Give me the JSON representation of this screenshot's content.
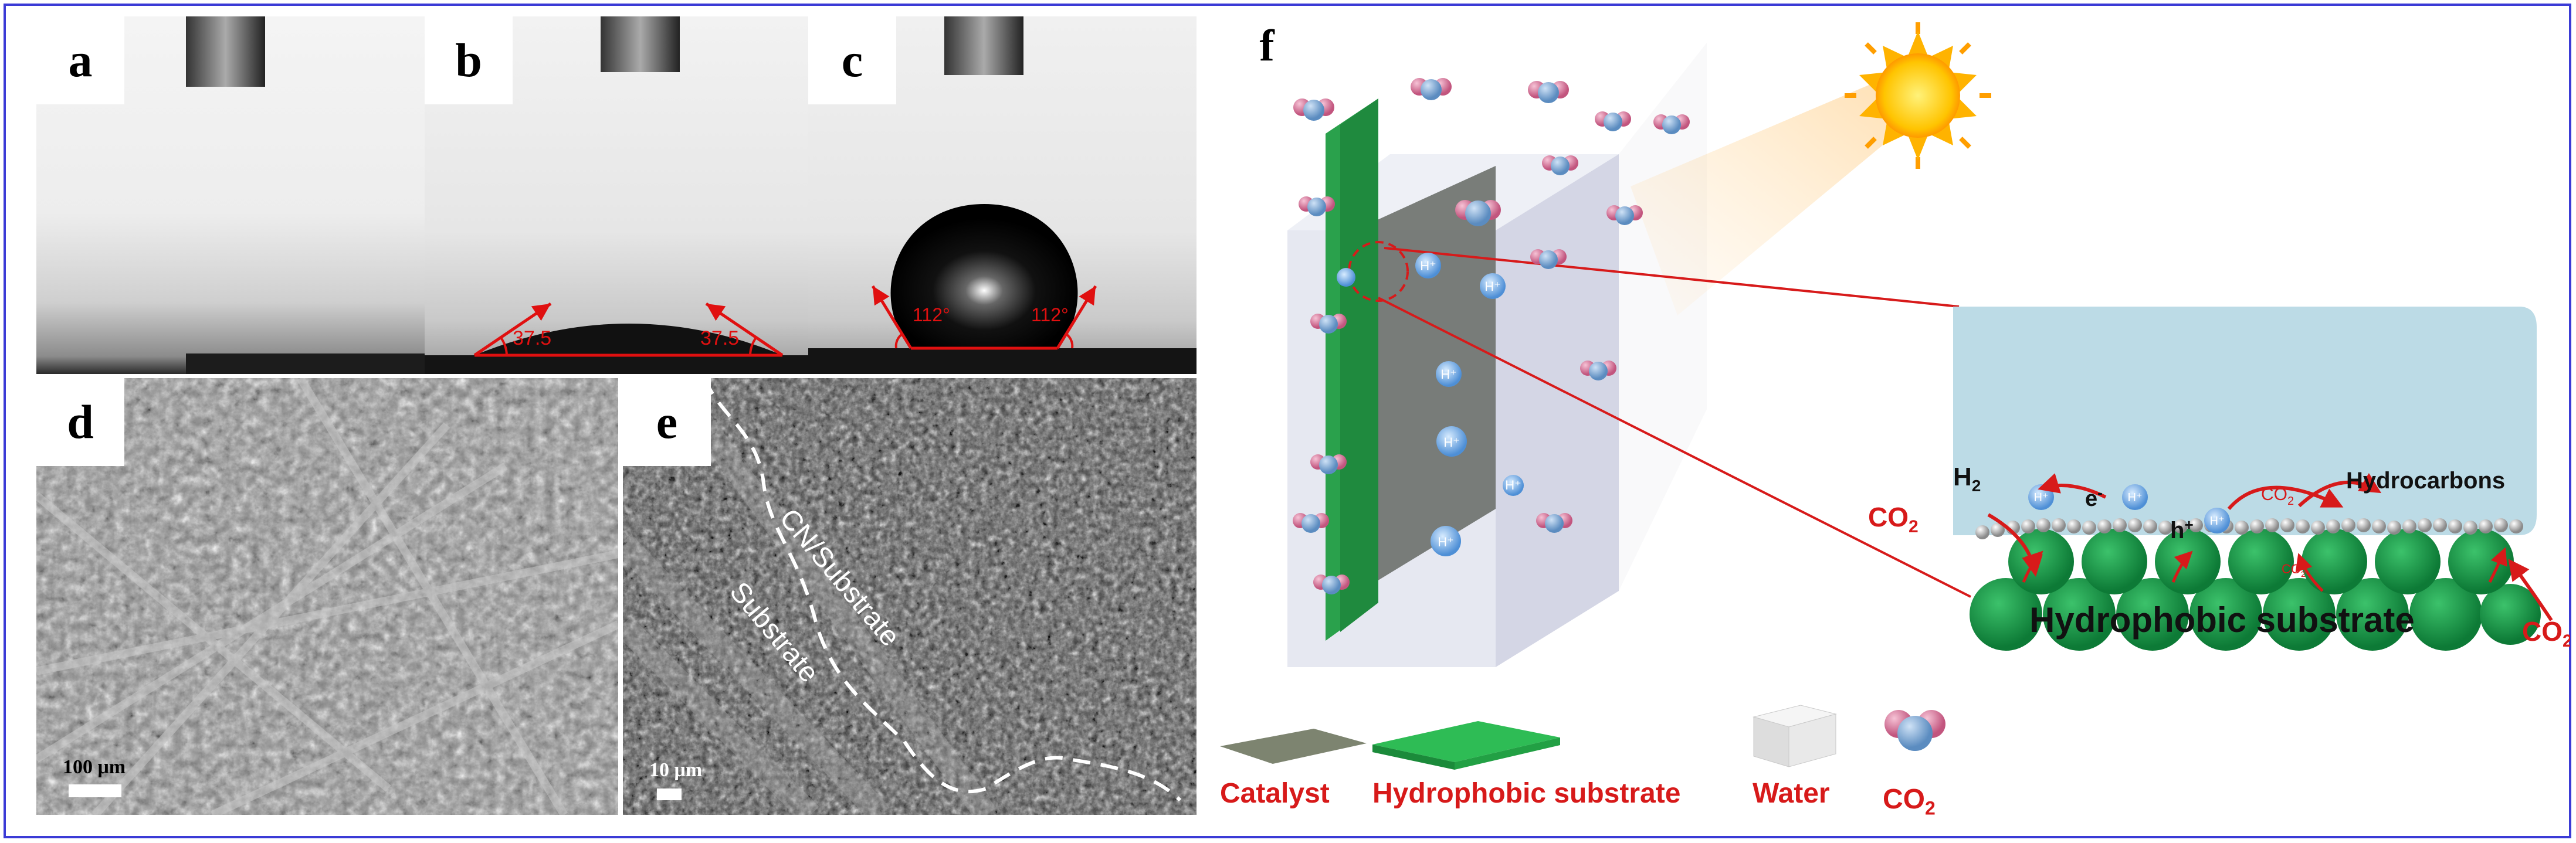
{
  "panel_labels": [
    "a",
    "b",
    "c",
    "d",
    "e",
    "f"
  ],
  "contact_angles": {
    "b_left": "37.5",
    "b_right": "37.5",
    "c_left": "112°",
    "c_right": "112°"
  },
  "sem": {
    "d_scale": "100 μm",
    "e_scale": "10 μm",
    "e_region_1": "CN/Substrate",
    "e_region_2": "Substrate"
  },
  "schematic": {
    "h2": "H",
    "h2_sub": "2",
    "electron": "e",
    "electron_sup": "-",
    "hole": "h",
    "hole_sup": "+",
    "proton": "H",
    "proton_sup": "+",
    "co2": "CO",
    "co2_sub": "2",
    "hydrocarbons": "Hydrocarbons",
    "substrate": "Hydrophobic substrate"
  },
  "legend": {
    "catalyst": "Catalyst",
    "hydrophobic_substrate": "Hydrophobic substrate",
    "water": "Water",
    "co2": "CO",
    "co2_sub": "2"
  },
  "colors": {
    "frame": "#3b3bd6",
    "accent_red": "#d71a1a",
    "substrate_green": "#1f9a4a",
    "water_blue": "#bcdbe6",
    "catalyst_gray": "#7d8470"
  }
}
